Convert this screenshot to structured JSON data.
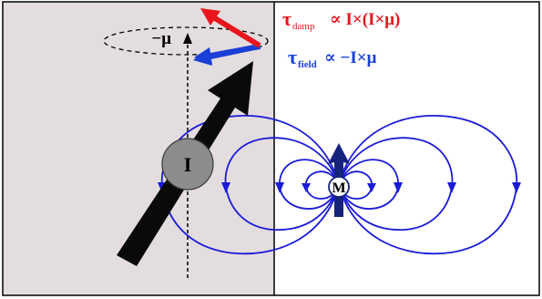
{
  "labels": {
    "minus_mu": "−μ",
    "I": "I",
    "M": "M",
    "tau_damp": "τ",
    "tau_damp_sub": "damp",
    "tau_damp_formula": "∝  I×(I×μ)",
    "tau_field": "τ",
    "tau_field_sub": "field",
    "tau_field_formula": "∝  −I×μ"
  },
  "colors": {
    "left_panel": "#e3dddf",
    "right_panel": "#ffffff",
    "damp": "#e8151c",
    "field": "#1a3fd6",
    "field_lines": "#1a1ad8",
    "dark_arrow": "#0a0a0a",
    "sphere": "#8c8c8c",
    "M_arrow": "#16237a"
  }
}
